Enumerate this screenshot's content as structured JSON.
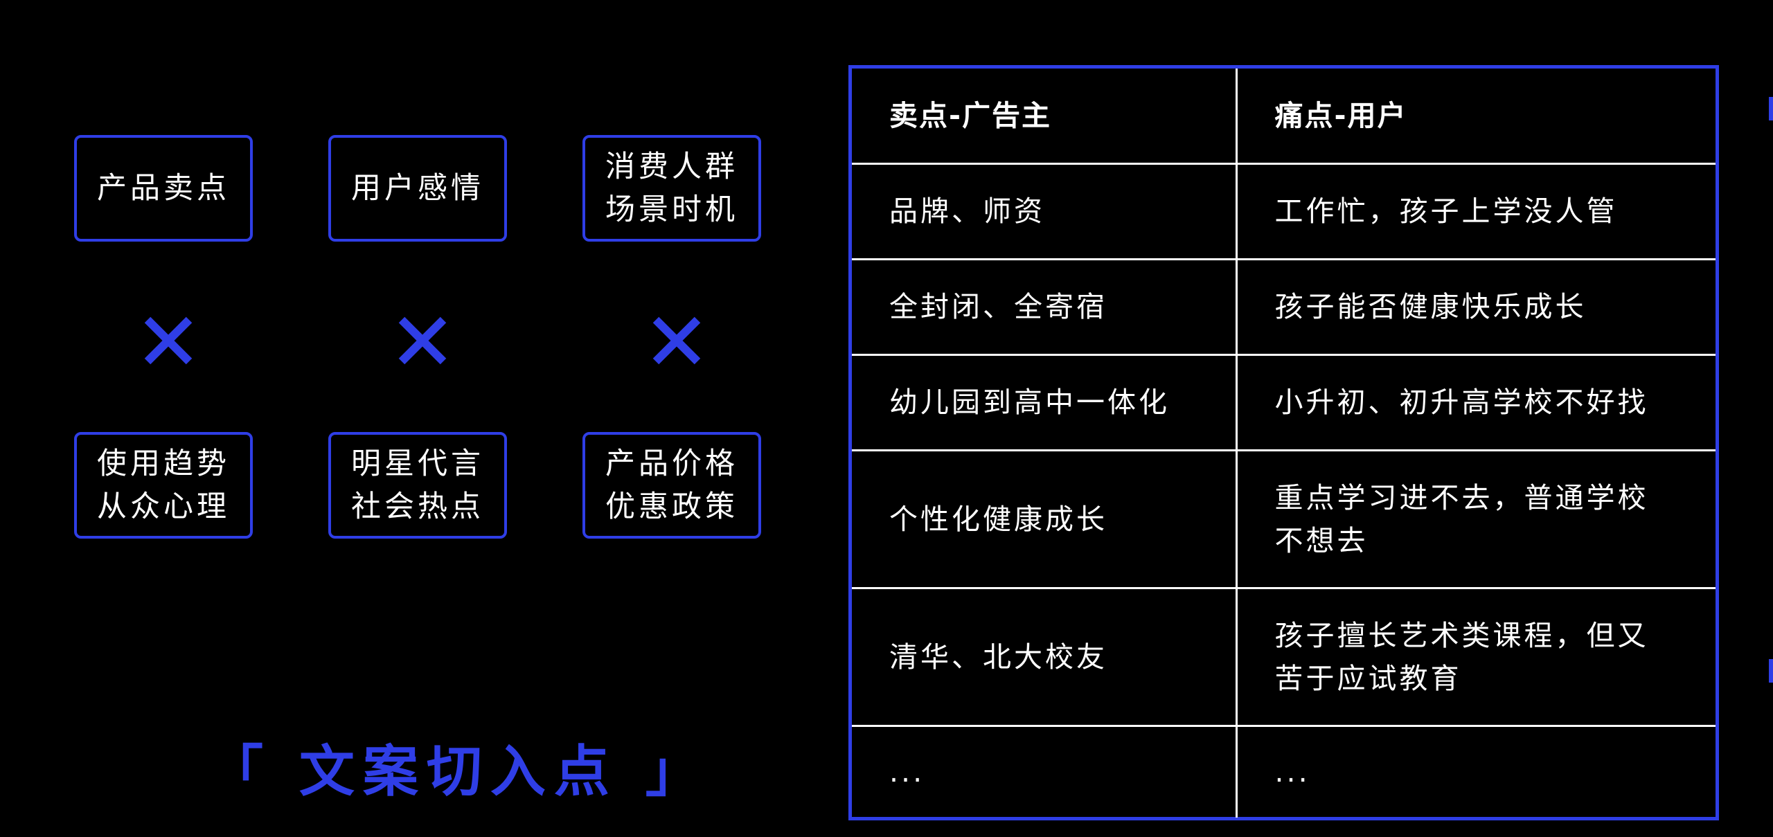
{
  "colors": {
    "background": "#000000",
    "accent": "#2f3ee6",
    "text": "#ffffff"
  },
  "factors": {
    "top": [
      {
        "lines": [
          "产品卖点"
        ]
      },
      {
        "lines": [
          "用户感情"
        ]
      },
      {
        "lines": [
          "消费人群",
          "场景时机"
        ]
      }
    ],
    "bottom": [
      {
        "lines": [
          "使用趋势",
          "从众心理"
        ]
      },
      {
        "lines": [
          "明星代言",
          "社会热点"
        ]
      },
      {
        "lines": [
          "产品价格",
          "优惠政策"
        ]
      }
    ],
    "operator_icon": "multiply-icon"
  },
  "caption": "「 文案切入点 」",
  "table": {
    "headers": [
      "卖点-广告主",
      "痛点-用户"
    ],
    "rows": [
      [
        "品牌、师资",
        "工作忙，孩子上学没人管"
      ],
      [
        "全封闭、全寄宿",
        "孩子能否健康快乐成长"
      ],
      [
        "幼儿园到高中一体化",
        "小升初、初升高学校不好找"
      ],
      [
        "个性化健康成长",
        "重点学习进不去，普通学校不想去"
      ],
      [
        "清华、北大校友",
        "孩子擅长艺术类课程，但又苦于应试教育"
      ],
      [
        "...",
        "..."
      ]
    ]
  }
}
